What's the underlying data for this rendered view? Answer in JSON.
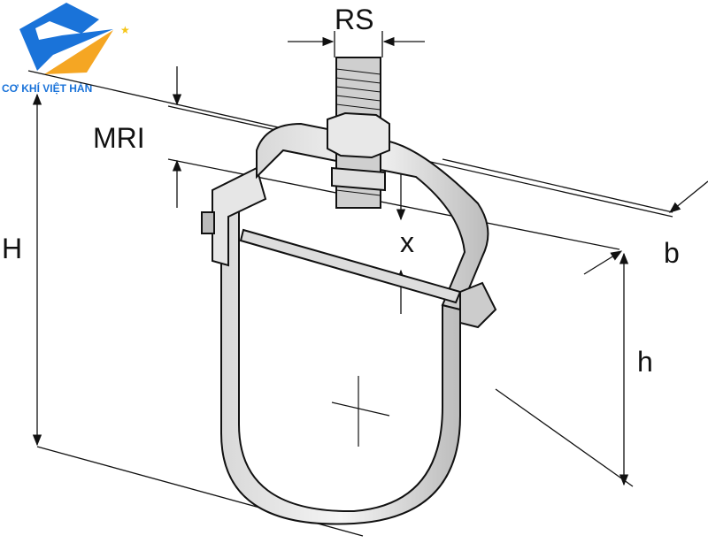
{
  "logo": {
    "brand_text": "CƠ KHÍ VIỆT HÀN",
    "colors": {
      "blue": "#1a73d9",
      "orange": "#f5a623"
    }
  },
  "diagram": {
    "title": "Clevis pipe hanger dimension drawing",
    "labels": {
      "rod_size": "RS",
      "mri": "MRI",
      "overall_height": "H",
      "x": "x",
      "width": "b",
      "height": "h"
    }
  }
}
